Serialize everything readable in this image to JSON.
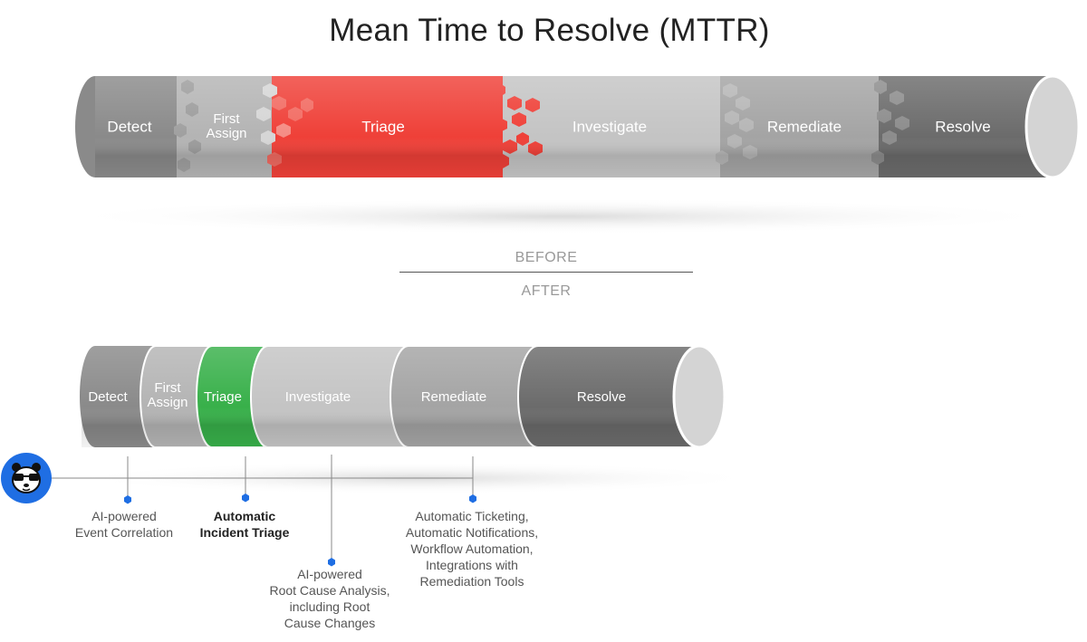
{
  "title": "Mean Time to Resolve (MTTR)",
  "before_label": "BEFORE",
  "after_label": "AFTER",
  "before_stages": [
    {
      "name": "Detect",
      "color": "#8a8a8a"
    },
    {
      "name": "First Assign",
      "lines": [
        "First",
        "Assign"
      ],
      "color": "#b4b4b4"
    },
    {
      "name": "Triage",
      "color": "#ef4038"
    },
    {
      "name": "Investigate",
      "color": "#c4c4c4"
    },
    {
      "name": "Remediate",
      "color": "#a4a4a4"
    },
    {
      "name": "Resolve",
      "color": "#6b6b6b"
    }
  ],
  "after_stages": [
    {
      "name": "Detect",
      "color": "#8a8a8a"
    },
    {
      "name": "First Assign",
      "lines": [
        "First",
        "Assign"
      ],
      "color": "#b4b4b4"
    },
    {
      "name": "Triage",
      "color": "#38b04a"
    },
    {
      "name": "Investigate",
      "color": "#c4c4c4"
    },
    {
      "name": "Remediate",
      "color": "#a4a4a4"
    },
    {
      "name": "Resolve",
      "color": "#6b6b6b"
    }
  ],
  "annotations": [
    {
      "lines": [
        "AI-powered",
        "Event Correlation"
      ],
      "bold": false
    },
    {
      "lines": [
        "Automatic",
        "Incident Triage"
      ],
      "bold": true
    },
    {
      "lines": [
        "AI-powered",
        "Root Cause Analysis,",
        "including Root",
        "Cause Changes"
      ],
      "bold": false
    },
    {
      "lines": [
        "Automatic Ticketing,",
        "Automatic Notifications,",
        "Workflow Automation,",
        "Integrations with",
        "Remediation Tools"
      ],
      "bold": false
    }
  ],
  "colors": {
    "accent": "#1f6ee3",
    "triage_before": "#ef4038",
    "triage_after": "#38b04a",
    "cap": "#d4d4d4"
  },
  "logo_icon": "panda-logo-icon"
}
